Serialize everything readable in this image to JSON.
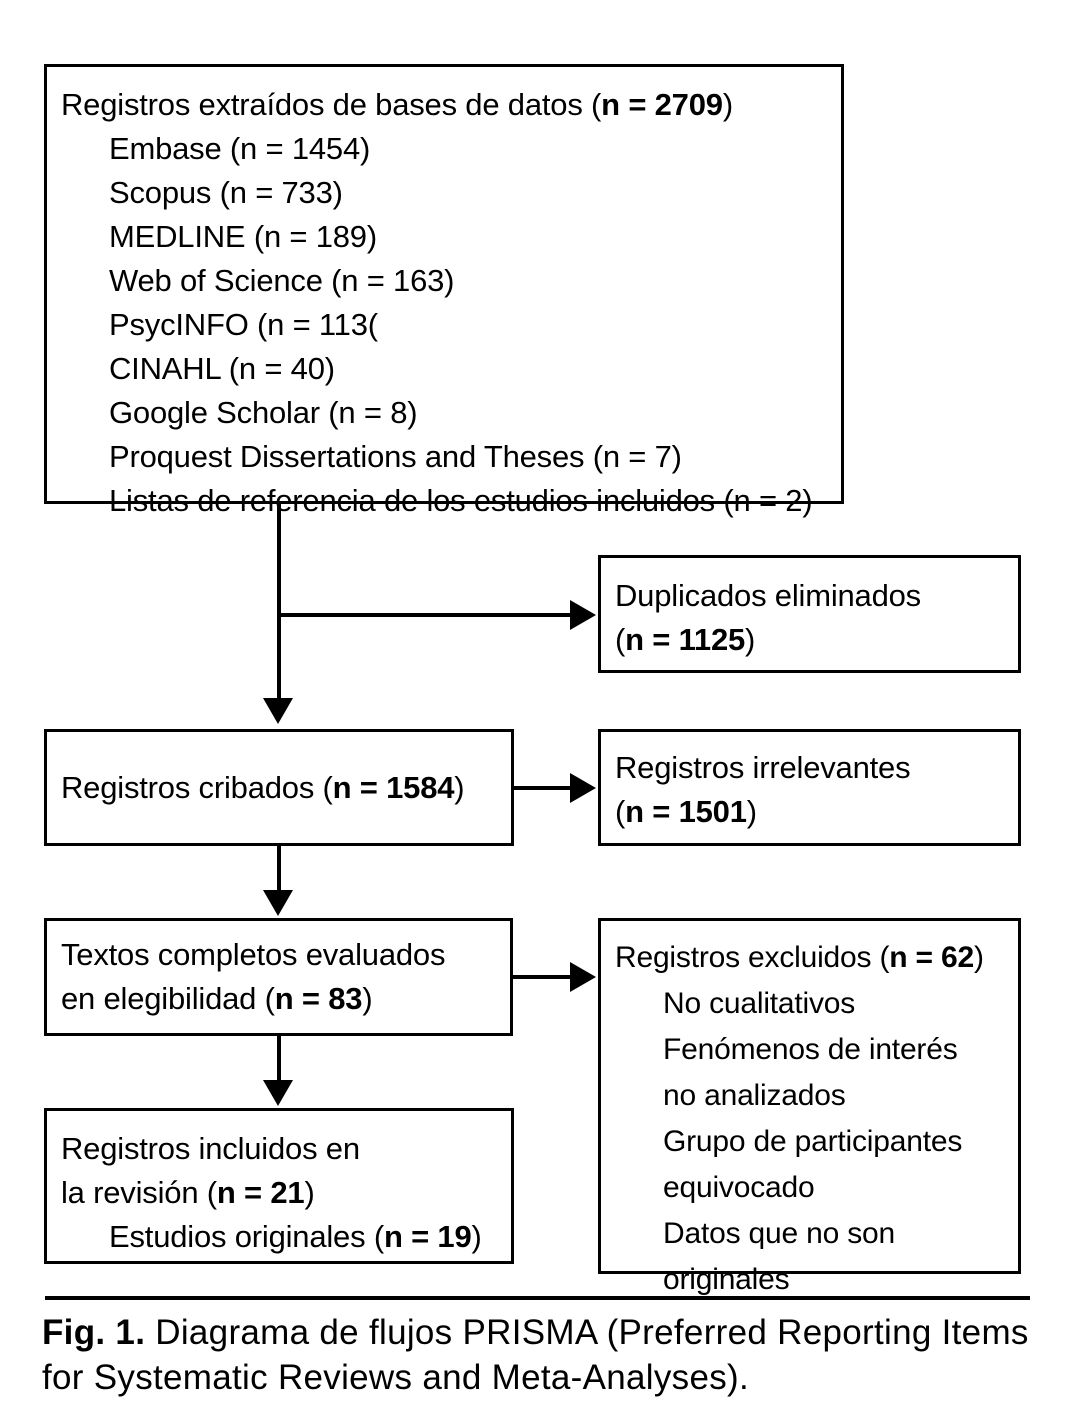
{
  "figure": {
    "caption_label": "Fig. 1.",
    "caption_text": "Diagrama de flujos PRISMA (Preferred Reporting Items for Systematic Reviews and Meta-Analyses)."
  },
  "boxes": {
    "sources": {
      "title": "Registros extraídos de bases de datos (",
      "title_bold": "n = 2709",
      "title_tail": ")",
      "items": [
        "Embase (n = 1454)",
        "Scopus (n = 733)",
        "MEDLINE (n = 189)",
        "Web of Science (n = 163)",
        "PsycINFO (n = 113(",
        "CINAHL (n = 40)",
        "Google Scholar (n = 8)",
        "Proquest Dissertations and Theses (n = 7)",
        "Listas de referencia de los estudios incluidos (n = 2)"
      ]
    },
    "duplicates": {
      "line1": "Duplicados eliminados",
      "line2_open": "(",
      "line2_bold": "n = 1125",
      "line2_close": ")"
    },
    "screened": {
      "text": "Registros cribados (",
      "bold": "n = 1584",
      "tail": ")"
    },
    "irrelevant": {
      "line1": "Registros irrelevantes",
      "line2_open": "(",
      "line2_bold": "n = 1501",
      "line2_close": ")"
    },
    "fulltext": {
      "line1": "Textos completos evaluados",
      "line2_open": "en elegibilidad (",
      "line2_bold": "n = 83",
      "line2_close": ")"
    },
    "excluded": {
      "title_open": "Registros excluidos (",
      "title_bold": "n = 62",
      "title_close": ")",
      "reasons": [
        "No cualitativos",
        "Fenómenos de interés",
        "no analizados",
        "Grupo de participantes",
        "equivocado",
        "Datos que no son",
        "originales"
      ]
    },
    "included": {
      "line1": "Registros incluidos en",
      "line2_open": "la revisión (",
      "line2_bold": "n = 21",
      "line2_close": ")",
      "line3_open": "Estudios originales (",
      "line3_bold": "n = 19",
      "line3_close": ")"
    }
  },
  "connectors": {
    "sources_to_screened": "arrow-down",
    "sources_to_duplicates": "arrow-right",
    "screened_to_fulltext": "arrow-down",
    "screened_to_irrelevant": "arrow-right",
    "fulltext_to_included": "arrow-down",
    "fulltext_to_excluded": "arrow-right"
  },
  "style": {
    "stroke": "#000000",
    "background": "#ffffff"
  }
}
